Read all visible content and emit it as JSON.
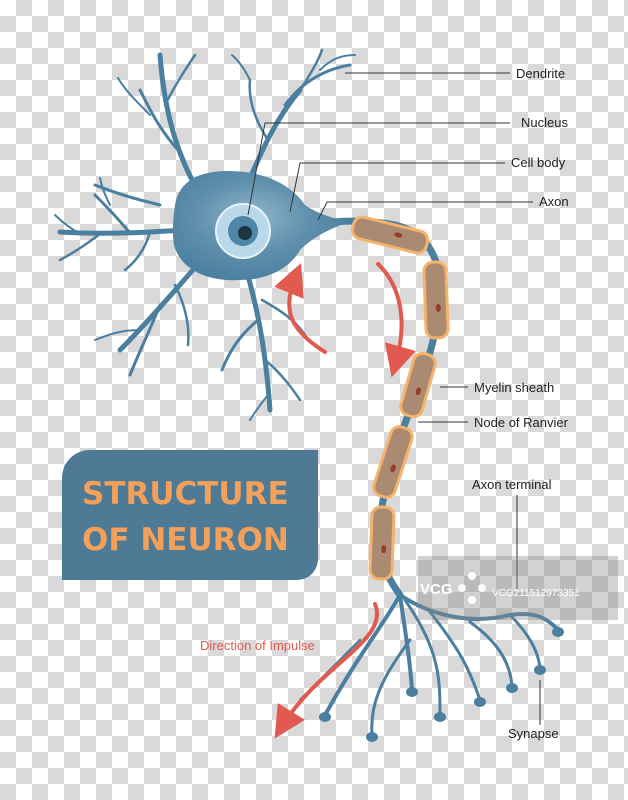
{
  "title": {
    "line1": "STRUCTURE",
    "line2": "OF NEURON"
  },
  "labels": {
    "dendrite": "Dendrite",
    "nucleus": "Nucleus",
    "cell_body": "Cell body",
    "axon": "Axon",
    "myelin_sheath": "Myelin sheath",
    "node_of_ranvier": "Node of Ranvier",
    "axon_terminal": "Axon terminal",
    "synapse": "Synapse",
    "direction_of_impulse": "Direction of Impulse"
  },
  "watermark": {
    "logo": "VCG",
    "id": "VCG211512973351"
  },
  "colors": {
    "neuron": "#4a7fa0",
    "cell_body": "#5a8fae",
    "nucleus": "#b9d9ea",
    "myelin_fill": "#ab8a72",
    "myelin_outline": "#f4b26a",
    "impulse_arrow": "#e25a4f",
    "title_box": "#4f7a95",
    "title_text": "#f2a05a"
  }
}
